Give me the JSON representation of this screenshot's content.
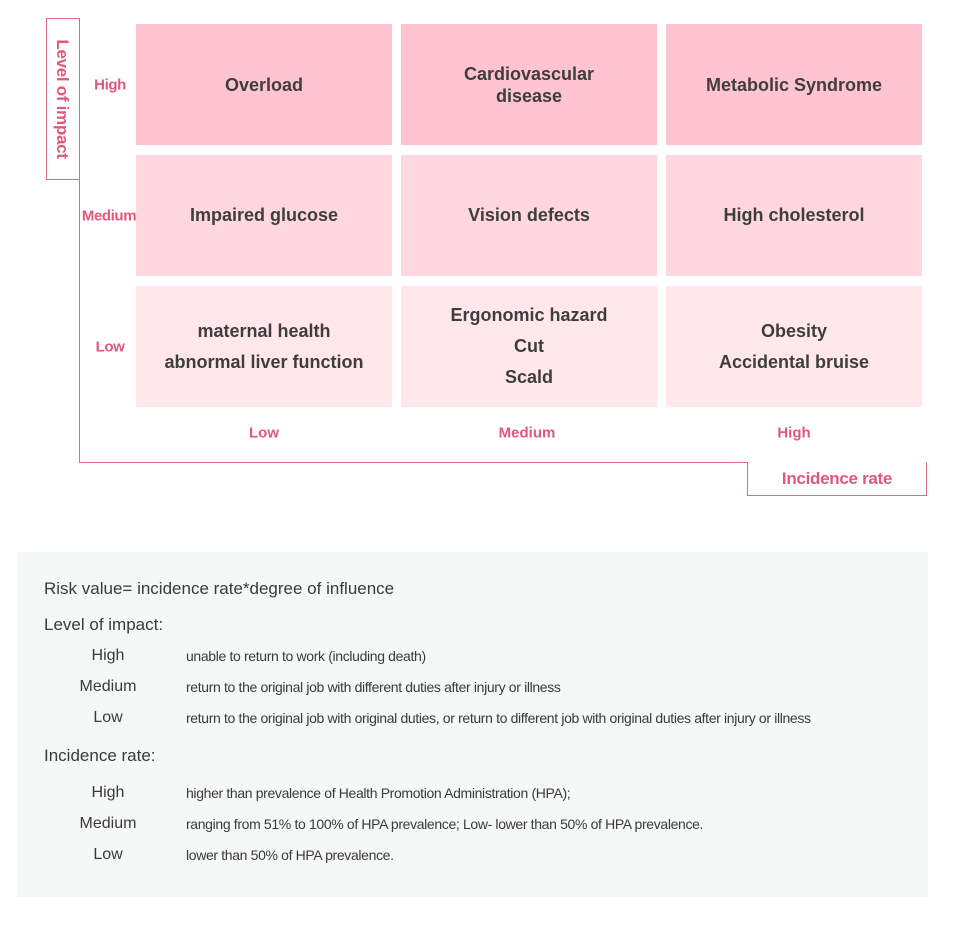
{
  "matrix": {
    "y_axis_title": "Level of impact",
    "x_axis_title": "Incidence rate",
    "row_labels": [
      "High",
      "Medium",
      "Low"
    ],
    "col_labels": [
      "Low",
      "Medium",
      "High"
    ],
    "cells": [
      [
        [
          "Overload"
        ],
        [
          "Cardiovascular",
          "disease"
        ],
        [
          "Metabolic Syndrome"
        ]
      ],
      [
        [
          "Impaired glucose"
        ],
        [
          "Vision defects"
        ],
        [
          "High cholesterol"
        ]
      ],
      [
        [
          "maternal health",
          "abnormal liver function"
        ],
        [
          "Ergonomic hazard",
          "Cut",
          "Scald"
        ],
        [
          "Obesity",
          "Accidental bruise"
        ]
      ]
    ],
    "colors": {
      "accent": "#e0587c",
      "high": "#ffc3d1",
      "medium": "#ffd7e0",
      "low": "#ffe7ec"
    }
  },
  "legend": {
    "formula": "Risk value= incidence rate*degree of influence",
    "impact": {
      "title": "Level of impact:",
      "items": [
        {
          "level": "High",
          "desc": "unable to return to work (including death)"
        },
        {
          "level": "Medium",
          "desc": "return to the original job with different duties after injury or illness"
        },
        {
          "level": "Low",
          "desc": "return to the original job with original duties, or return to different job with original duties after injury or illness"
        }
      ]
    },
    "incidence": {
      "title": "Incidence rate:",
      "items": [
        {
          "level": "High",
          "desc": "higher than prevalence of Health Promotion Administration (HPA);"
        },
        {
          "level": "Medium",
          "desc": "ranging from 51% to 100% of HPA prevalence; Low- lower than 50% of HPA prevalence."
        },
        {
          "level": "Low",
          "desc": "lower than 50% of HPA prevalence."
        }
      ]
    }
  }
}
